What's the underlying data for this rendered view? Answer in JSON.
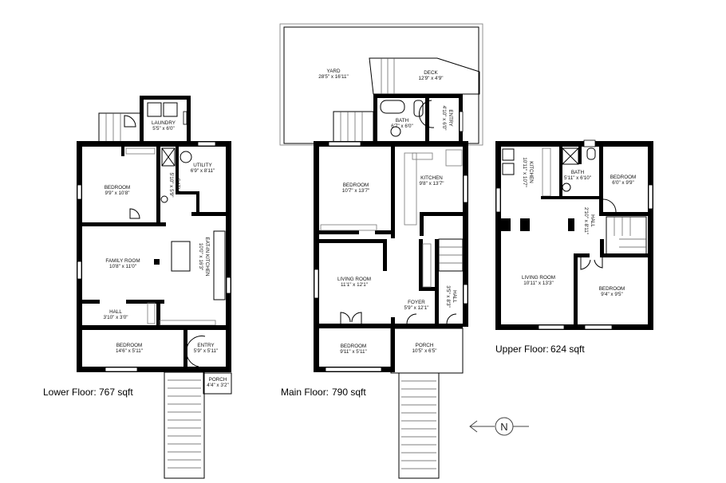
{
  "floors": {
    "lower": {
      "title": "Lower Floor:",
      "area": "767 sqft",
      "rooms": {
        "laundry": {
          "name": "LAUNDRY",
          "dims": "5'5\" x 6'0\""
        },
        "bedroom1": {
          "name": "BEDROOM",
          "dims": "9'9\" x 10'8\""
        },
        "bath": {
          "name": "BATH",
          "dims": "5'10\" x 5'9\""
        },
        "utility": {
          "name": "UTILITY",
          "dims": "6'9\" x 8'11\""
        },
        "family": {
          "name": "FAMILY ROOM",
          "dims": "10'8\" x 11'0\""
        },
        "kitchen": {
          "name": "EAT-IN KITCHEN",
          "dims": "10'0\" x 16'3\""
        },
        "hall": {
          "name": "HALL",
          "dims": "3'10\" x 3'0\""
        },
        "bedroom2": {
          "name": "BEDROOM",
          "dims": "14'6\" x 5'11\""
        },
        "entry": {
          "name": "ENTRY",
          "dims": "5'9\" x 5'11\""
        },
        "porch": {
          "name": "PORCH",
          "dims": "4'4\" x 3'2\""
        }
      }
    },
    "main": {
      "title": "Main Floor:",
      "area": "790 sqft",
      "rooms": {
        "yard": {
          "name": "YARD",
          "dims": "28'5\" x 16'11\""
        },
        "deck": {
          "name": "DECK",
          "dims": "12'9\" x 4'9\""
        },
        "bath": {
          "name": "BATH",
          "dims": "6'7\" x 6'0\""
        },
        "entry": {
          "name": "ENTRY",
          "dims": "4'10\" x 6'0\""
        },
        "bedroom1": {
          "name": "BEDROOM",
          "dims": "10'7\" x 13'7\""
        },
        "kitchen": {
          "name": "KITCHEN",
          "dims": "9'8\" x 13'7\""
        },
        "living": {
          "name": "LIVING ROOM",
          "dims": "11'1\" x 12'1\""
        },
        "foyer": {
          "name": "FOYER",
          "dims": "5'9\" x 12'1\""
        },
        "hall": {
          "name": "HALL",
          "dims": "3'5\" x 8'3\""
        },
        "bedroom2": {
          "name": "BEDROOM",
          "dims": "9'11\" x 5'11\""
        },
        "porch": {
          "name": "PORCH",
          "dims": "10'5\" x 6'5\""
        }
      }
    },
    "upper": {
      "title": "Upper Floor:",
      "area": "624 sqft",
      "rooms": {
        "kitchen": {
          "name": "KITCHEN",
          "dims": "10'11\" x 10'7\""
        },
        "bath": {
          "name": "BATH",
          "dims": "5'11\" x 6'10\""
        },
        "bedroom1": {
          "name": "BEDROOM",
          "dims": "6'0\" x 9'9\""
        },
        "hall": {
          "name": "HALL",
          "dims": "2'10\" x 8'11\""
        },
        "living": {
          "name": "LIVING ROOM",
          "dims": "10'11\" x 13'3\""
        },
        "bedroom2": {
          "name": "BEDROOM",
          "dims": "9'4\" x 9'5\""
        }
      }
    }
  },
  "compass": {
    "label": "N",
    "icon": "north-arrow-icon",
    "direction": "left"
  }
}
